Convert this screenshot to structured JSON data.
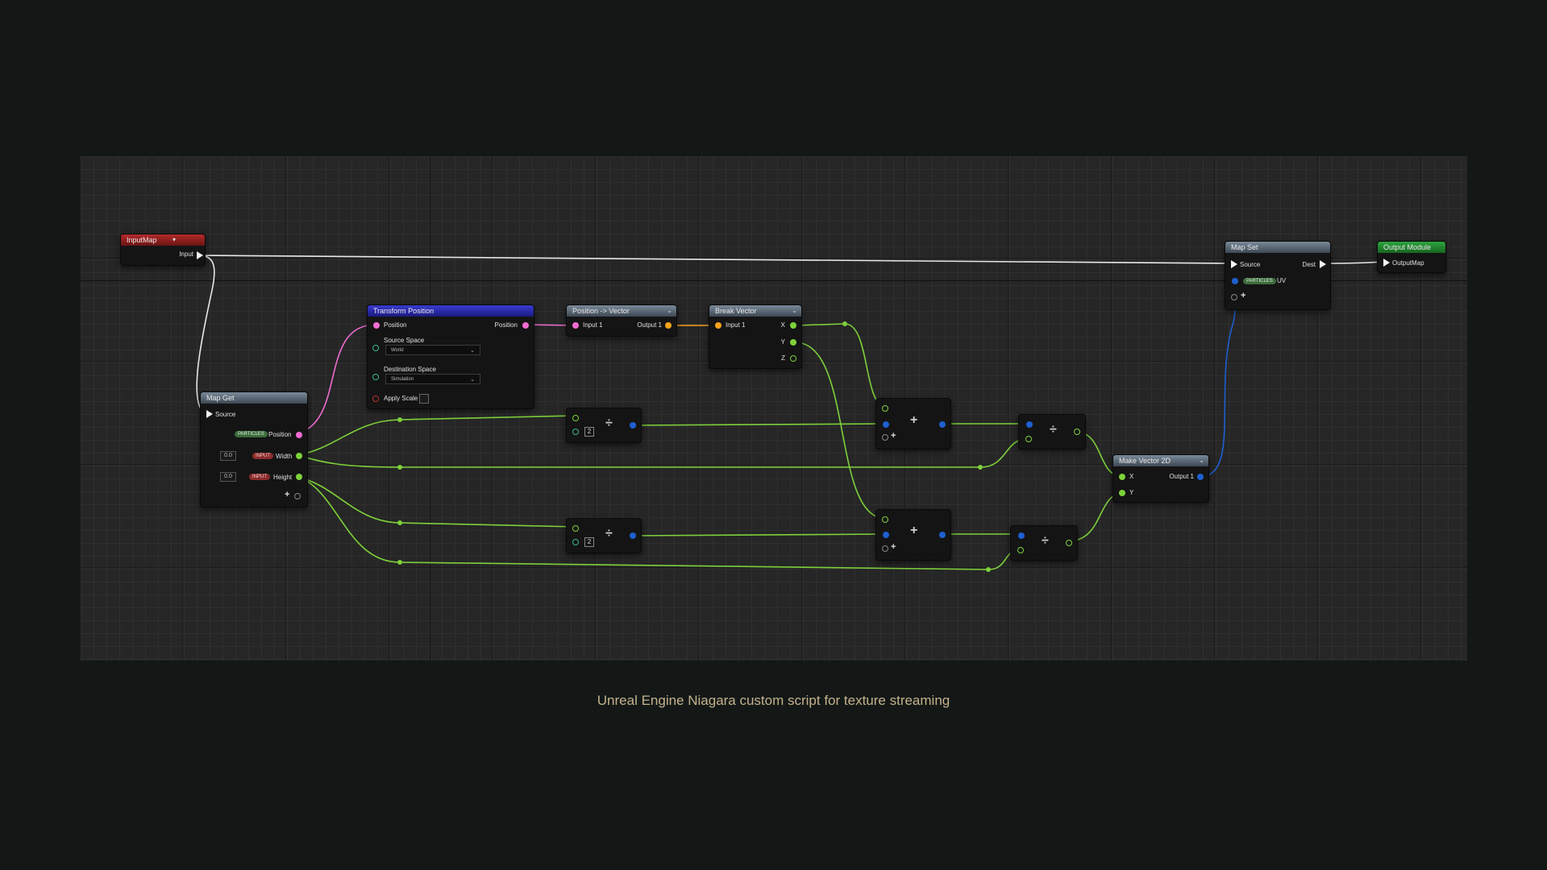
{
  "caption": "Unreal Engine Niagara custom script for texture streaming",
  "colors": {
    "background": "#131817",
    "graph": "#262626",
    "float_wire": "#7dd13a",
    "position_wire": "#f06bd2",
    "vector_wire": "#f5a21c",
    "vec2_wire": "#1e5fd0",
    "map_wire": "#f2f2f2",
    "caption": "#c5b28c"
  },
  "nodes": {
    "input_map": {
      "title": "InputMap",
      "pin_input": "Input"
    },
    "map_get": {
      "title": "Map Get",
      "source": "Source",
      "position_tag": "PARTICLES",
      "position": "Position",
      "width_default": "0.0",
      "width_tag": "INPUT",
      "width": "Width",
      "height_default": "0.0",
      "height_tag": "INPUT",
      "height": "Height",
      "add_pin": "+"
    },
    "transform_position": {
      "title": "Transform Position",
      "in_position": "Position",
      "out_position": "Position",
      "source_space_label": "Source Space",
      "source_space_value": "World",
      "dest_space_label": "Destination Space",
      "dest_space_value": "Simulation",
      "apply_scale": "Apply Scale"
    },
    "position_to_vector": {
      "title": "Position -> Vector",
      "input": "Input 1",
      "output": "Output 1"
    },
    "break_vector": {
      "title": "Break Vector",
      "input": "Input 1",
      "x": "X",
      "y": "Y",
      "z": "Z"
    },
    "divide_top": {
      "op": "÷",
      "const": "2"
    },
    "divide_bottom": {
      "op": "÷",
      "const": "2"
    },
    "add_top": {
      "op": "+",
      "add_pin": "+"
    },
    "add_bottom": {
      "op": "+",
      "add_pin": "+"
    },
    "divide_right_top": {
      "op": "÷"
    },
    "divide_right_bottom": {
      "op": "÷"
    },
    "make_vector_2d": {
      "title": "Make Vector 2D",
      "x": "X",
      "y": "Y",
      "output": "Output 1"
    },
    "map_set": {
      "title": "Map Set",
      "source": "Source",
      "dest": "Dest",
      "uv_tag": "PARTICLES",
      "uv": "UV",
      "add_pin": "+"
    },
    "output_module": {
      "title": "Output Module",
      "output_map": "OutputMap"
    }
  }
}
